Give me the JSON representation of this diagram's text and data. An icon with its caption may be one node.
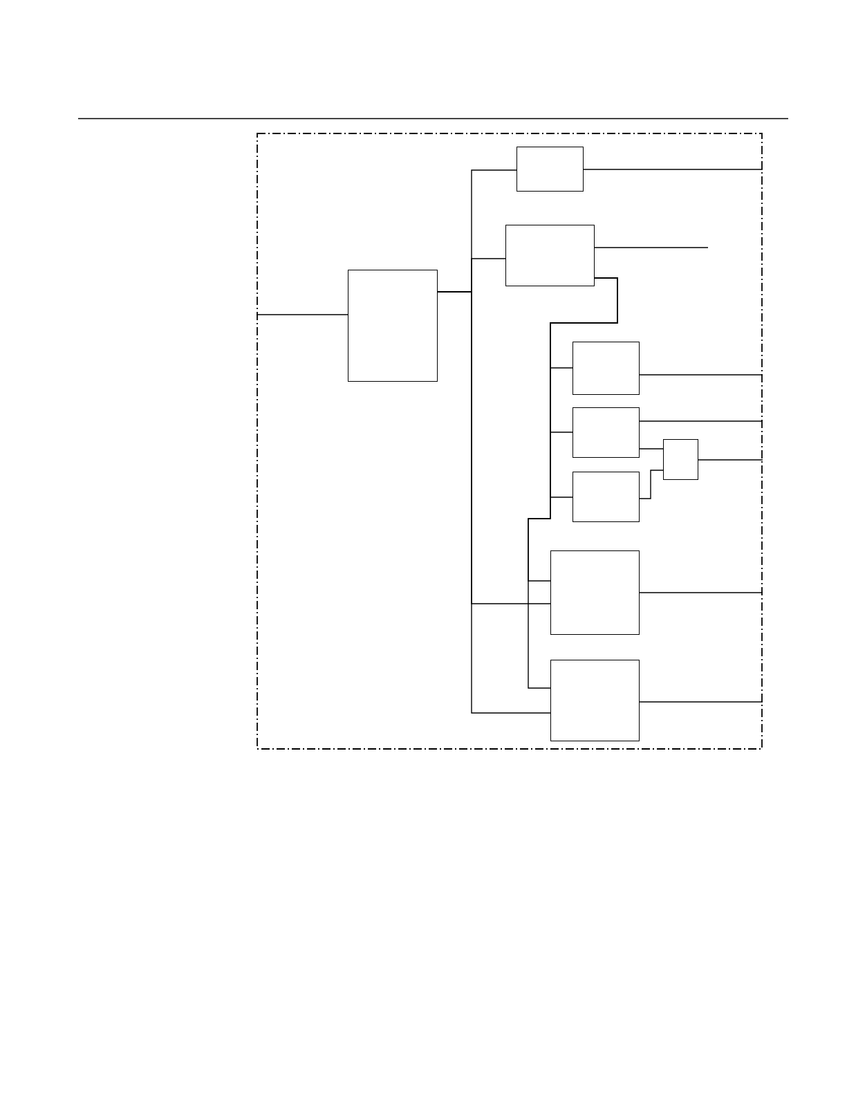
{
  "diagram": {
    "nodes": [
      {
        "text": [],
        "shape": "box"
      },
      {
        "text": [],
        "shape": "box",
        "in": 0
      },
      {
        "text": [],
        "shape": "box",
        "in": 0
      },
      {
        "text": [],
        "shape": "box",
        "in": 0
      },
      {
        "text": [],
        "shape": "box",
        "in": 0
      },
      {
        "text": [],
        "shape": "box",
        "in": 0
      },
      {
        "text": [],
        "shape": "box",
        "in": 0
      },
      {
        "text": [],
        "shape": "box",
        "in": 0
      },
      {
        "text": [],
        "shape": "box",
        "in": 0
      },
      {
        "text": [],
        "shape": "box",
        "in": 0
      }
    ],
    "edges": [
      {
        "from": 0,
        "to": 1,
        "arrow": "none"
      },
      {
        "from": 1,
        "to": 2,
        "arrow": "none"
      },
      {
        "from": 1,
        "to": 3,
        "arrow": "none"
      },
      {
        "from": 1,
        "to": 8,
        "arrow": "none"
      },
      {
        "from": 1,
        "to": 9,
        "arrow": "none"
      },
      {
        "from": 2,
        "to": 0,
        "arrow": "none"
      },
      {
        "from": 3,
        "to": null,
        "arrow": "none"
      },
      {
        "from": 3,
        "to": 4,
        "arrow": "none"
      },
      {
        "from": 3,
        "to": 5,
        "arrow": "none"
      },
      {
        "from": 3,
        "to": 7,
        "arrow": "none"
      },
      {
        "from": 3,
        "to": 8,
        "arrow": "none"
      },
      {
        "from": 3,
        "to": 9,
        "arrow": "none"
      },
      {
        "from": 4,
        "to": 0,
        "arrow": "none"
      },
      {
        "from": 5,
        "to": 0,
        "arrow": "none"
      },
      {
        "from": 5,
        "to": 6,
        "arrow": "none"
      },
      {
        "from": 7,
        "to": 6,
        "arrow": "none"
      },
      {
        "from": 6,
        "to": 0,
        "arrow": "none"
      },
      {
        "from": 8,
        "to": 0,
        "arrow": "none"
      },
      {
        "from": 9,
        "to": 0,
        "arrow": "none"
      }
    ]
  }
}
